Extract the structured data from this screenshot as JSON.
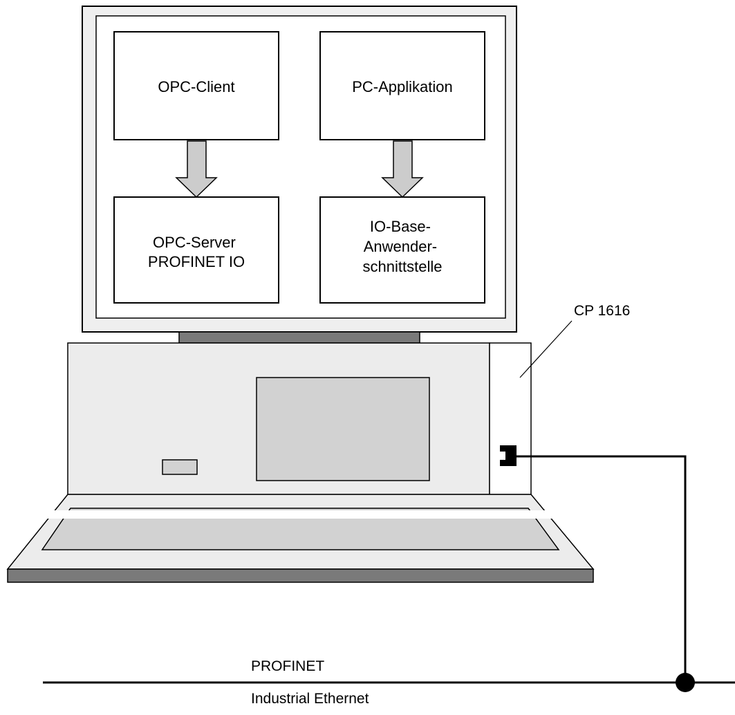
{
  "boxes": {
    "opc_client": "OPC-Client",
    "pc_app": "PC-Applikation",
    "opc_server": [
      "OPC-Server",
      "PROFINET IO"
    ],
    "io_base": [
      "IO-Base-",
      "Anwender-",
      "schnittstelle"
    ]
  },
  "labels": {
    "cp": "CP 1616",
    "network_line1": "PROFINET",
    "network_line2": "Industrial Ethernet"
  },
  "colors": {
    "monitor_frame": "#efefef",
    "stand": "#7a7a7a",
    "body": "#ececec",
    "drive": "#d2d2d2",
    "keyboard": "#d2d2d2",
    "arrow": "#cccccc",
    "line": "#000000"
  }
}
